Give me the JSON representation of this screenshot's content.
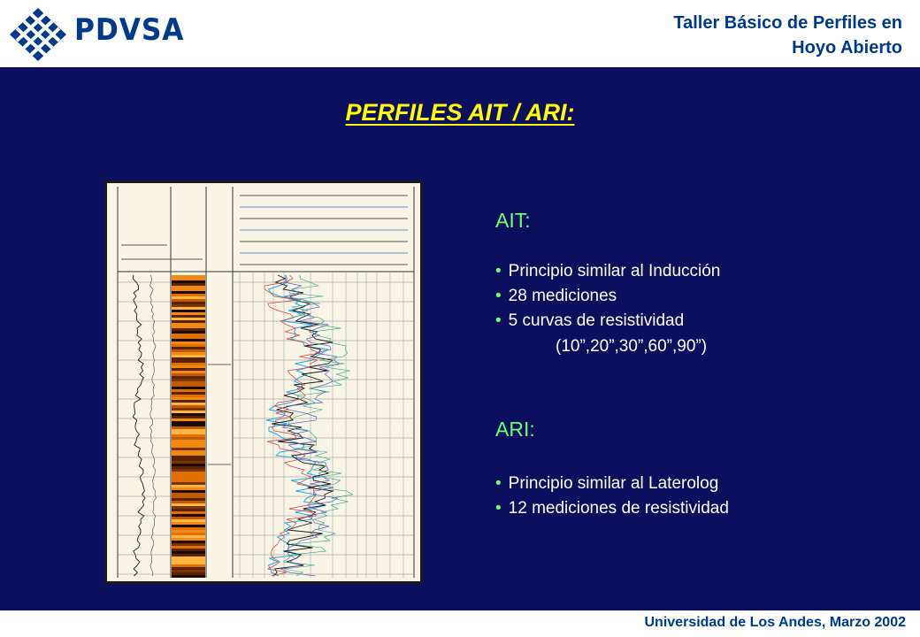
{
  "header": {
    "brand_name": "PDVSA",
    "logo_icon": "pdvsa-diamond-logo-icon",
    "course_title_line1": "Taller Básico de Perfiles en",
    "course_title_line2": "Hoyo Abierto",
    "brand_color": "#003a8c"
  },
  "slide": {
    "title": "PERFILES AIT / ARI:",
    "background_color": "#0c0f5e",
    "title_color": "#ffff00",
    "accent_color": "#6cff6c",
    "log_image_icon": "well-log-image-icon",
    "sections": [
      {
        "heading": "AIT:",
        "bullets": [
          "Principio similar al Inducción",
          "28 mediciones",
          "5 curvas de resistividad"
        ],
        "indent_line": "(10”,20”,30”,60”,90”)"
      },
      {
        "heading": "ARI:",
        "bullets": [
          "Principio similar al Laterolog",
          "12 mediciones de resistividad"
        ]
      }
    ],
    "bullet_glyph": "•"
  },
  "footer": {
    "text": "Universidad de Los Andes, Marzo 2002"
  }
}
